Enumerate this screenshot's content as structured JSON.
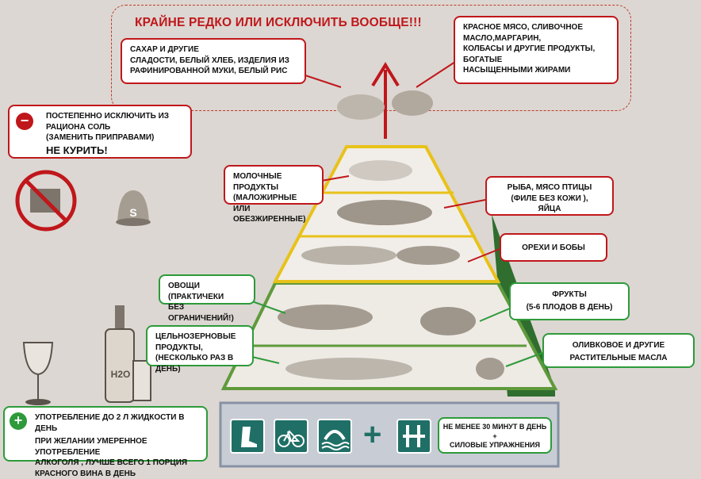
{
  "headline": "КРАЙНЕ РЕДКО ИЛИ ИСКЛЮЧИТЬ ВООБЩЕ!!!",
  "callouts": {
    "sugar": [
      "САХАР И ДРУГИЕ",
      "СЛАДОСТИ, БЕЛЫЙ ХЛЕБ, ИЗДЕЛИЯ ИЗ",
      "РАФИНИРОВАННОЙ МУКИ, БЕЛЫЙ РИС"
    ],
    "red_meat": [
      "КРАСНОЕ МЯСО, СЛИВОЧНОЕ",
      "МАСЛО,МАРГАРИН,",
      "КОЛБАСЫ И ДРУГИЕ ПРОДУКТЫ,",
      "БОГАТЫЕ",
      "НАСЫЩЕННЫМИ ЖИРАМИ"
    ],
    "salt": [
      "ПОСТЕПЕННО ИСКЛЮЧИТЬ ИЗ",
      "РАЦИОНА СОЛЬ",
      "(ЗАМЕНИТЬ ПРИПРАВАМИ)"
    ],
    "no_smoking": "НЕ КУРИТЬ!",
    "dairy": [
      "МОЛОЧНЫЕ ПРОДУКТЫ",
      "(МАЛОЖИРНЫЕ ИЛИ",
      "ОБЕЗЖИРЕННЫЕ)"
    ],
    "fish": [
      "РЫБА,  МЯСО ПТИЦЫ",
      "(ФИЛЕ БЕЗ КОЖИ ),",
      "ЯЙЦА"
    ],
    "nuts": "ОРЕХИ И БОБЫ",
    "vegetables": [
      "ОВОЩИ (ПРАКТИЧЕКИ",
      "БЕЗ ОГРАНИЧЕНИЙ!)"
    ],
    "fruits": [
      "ФРУКТЫ",
      "(5-6 ПЛОДОВ В ДЕНЬ)"
    ],
    "grains": [
      "ЦЕЛЬНОЗЕРНОВЫЕ",
      "ПРОДУКТЫ,",
      "(НЕСКОЛЬКО РАЗ В ДЕНЬ)"
    ],
    "oil": [
      "ОЛИВКОВОЕ И ДРУГИЕ",
      "РАСТИТЕЛЬНЫЕ МАСЛА"
    ],
    "liquids": "УПОТРЕБЛЕНИЕ ДО 2 Л ЖИДКОСТИ В ДЕНЬ",
    "alcohol": [
      "ПРИ ЖЕЛАНИИ УМЕРЕННОЕ УПОТРЕБЛЕНИЕ",
      "АЛКОГОЛЯ , ЛУЧШЕ ВСЕГО  1 ПОРЦИЯ",
      "КРАСНОГО ВИНА В ДЕНЬ"
    ],
    "exercise": [
      "НЕ МЕНЕЕ 30 МИНУТ В ДЕНЬ",
      "+",
      "СИЛОВЫЕ УПРАЖНЕНИЯ"
    ]
  },
  "salt_shaker_letter": "S",
  "bottle_label": "H2O",
  "colors": {
    "red": "#c0171b",
    "green": "#2e9a3a",
    "yellow_frame": "#e8c21a",
    "dark_green": "#2f6e2e",
    "teal": "#1f6f66"
  },
  "icons": [
    "no-smoking-icon",
    "salt-shaker-icon",
    "wine-glass-icon",
    "water-bottle-icon",
    "walking-icon",
    "bicycle-icon",
    "swimming-icon",
    "weightlifting-icon"
  ]
}
